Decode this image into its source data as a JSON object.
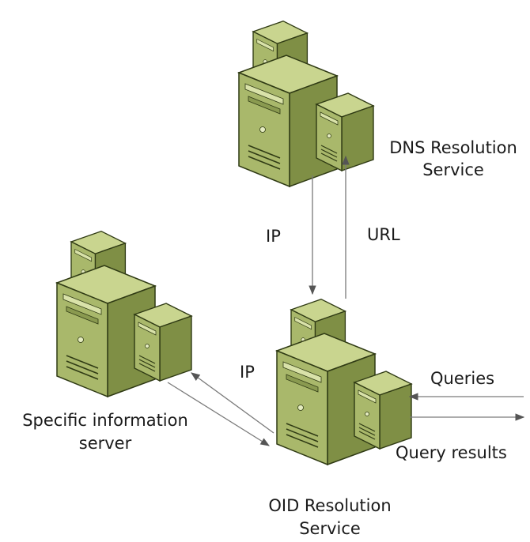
{
  "nodes": {
    "dns": {
      "label_line1": "DNS Resolution",
      "label_line2": "Service",
      "icon": "server-cluster-icon"
    },
    "oid": {
      "label_line1": "OID Resolution",
      "label_line2": "Service",
      "icon": "server-cluster-icon"
    },
    "specific": {
      "label_line1": "Specific information",
      "label_line2": "server",
      "icon": "server-cluster-icon"
    }
  },
  "edges": {
    "dns_to_oid": {
      "label": "IP"
    },
    "oid_to_dns": {
      "label": "URL"
    },
    "oid_specific": {
      "label": "IP"
    },
    "queries_in": {
      "label": "Queries"
    },
    "results_out": {
      "label": "Query results"
    }
  },
  "colors": {
    "server_front": "#a9b86b",
    "server_side": "#7f8f45",
    "server_top": "#c9d58f",
    "server_outline": "#2f3a14",
    "arrow": "#7a7a7a",
    "text": "#1a1a1a"
  }
}
